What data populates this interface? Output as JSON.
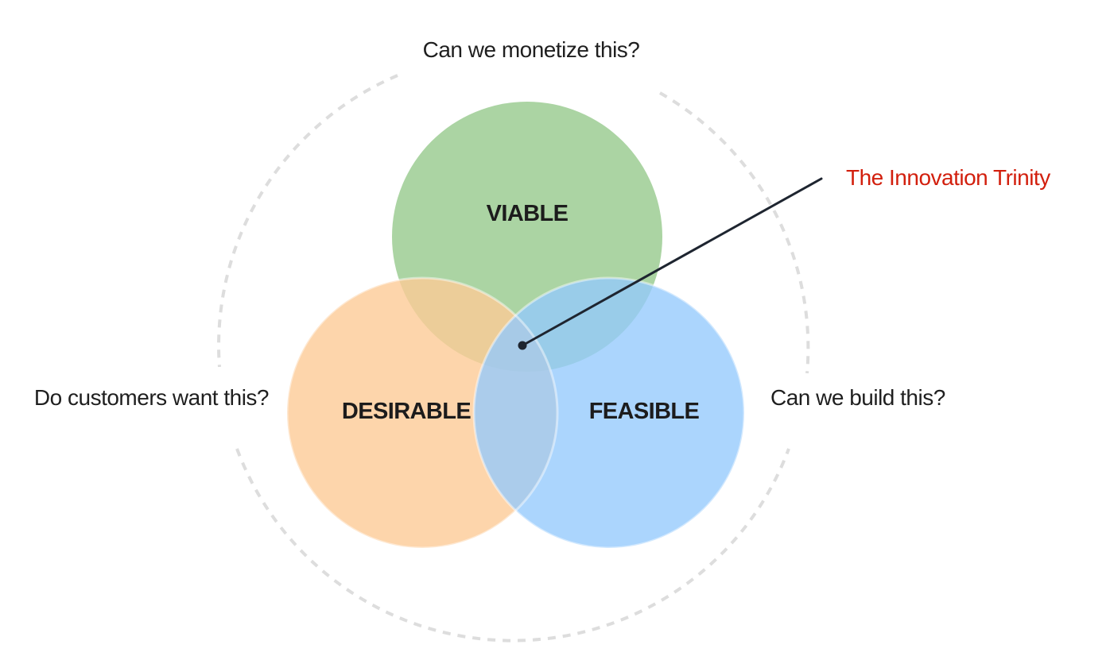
{
  "diagram": {
    "questions": {
      "top": "Can we monetize this?",
      "left": "Do customers want this?",
      "right": "Can we build this?"
    },
    "circles": {
      "viable": {
        "label": "VIABLE",
        "color": "#9ccd93"
      },
      "desirable": {
        "label": "DESIRABLE",
        "color": "#fdcb96"
      },
      "feasible": {
        "label": "FEASIBLE",
        "color": "#93c9fc"
      }
    },
    "callout": {
      "text": "The Innovation Trinity",
      "color": "#d21f0d"
    },
    "colors": {
      "dashed_ring": "#dddddd",
      "leader_line": "#1e2530"
    }
  }
}
